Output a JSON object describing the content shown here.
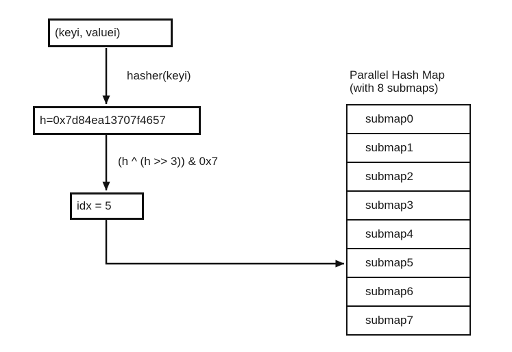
{
  "diagram": {
    "colors": {
      "background": "#ffffff",
      "ink": "#1a1a1a",
      "line": "#111111"
    },
    "nodes": {
      "input": "(keyi, valuei)",
      "hash": "h=0x7d84ea13707f4657",
      "index": "idx = 5"
    },
    "edge_labels": {
      "hasher": "hasher(keyi)",
      "mask": "(h ^ (h >> 3)) & 0x7"
    },
    "hashmap": {
      "title_line1": "Parallel Hash Map",
      "title_line2": "(with 8 submaps)",
      "target_index": 5,
      "submaps": [
        "submap0",
        "submap1",
        "submap2",
        "submap3",
        "submap4",
        "submap5",
        "submap6",
        "submap7"
      ]
    }
  }
}
